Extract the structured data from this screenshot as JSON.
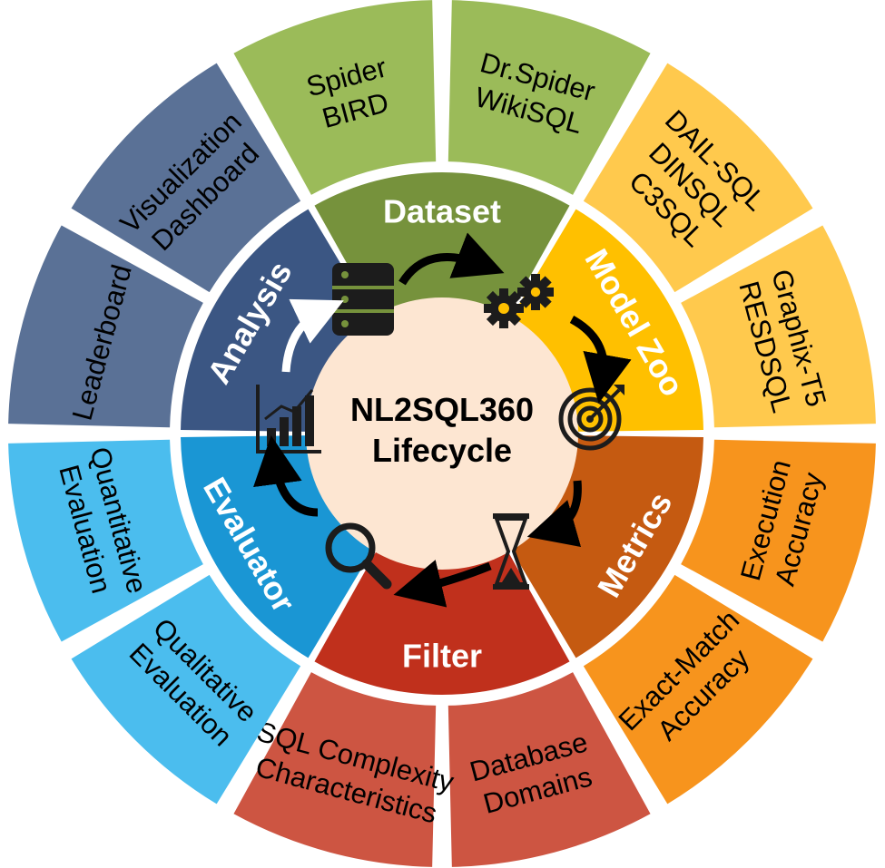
{
  "center": {
    "line1": "NL2SQL360",
    "line2": "Lifecycle"
  },
  "stages": {
    "dataset": {
      "label": "Dataset",
      "color": "#76923c",
      "icon": "database-icon"
    },
    "model_zoo": {
      "label": "Model Zoo",
      "color": "#ffc000",
      "icon": "gears-icon"
    },
    "metrics": {
      "label": "Metrics",
      "color": "#c55a11",
      "icon": "target-icon"
    },
    "filter": {
      "label": "Filter",
      "color": "#c0301c",
      "icon": "hourglass-icon"
    },
    "evaluator": {
      "label": "Evaluator",
      "color": "#1a96d4",
      "icon": "magnifier-icon"
    },
    "analysis": {
      "label": "Analysis",
      "color": "#3b5683",
      "icon": "bar-chart-icon"
    }
  },
  "outer": {
    "dataset": [
      {
        "lines": [
          "Spider",
          "BIRD"
        ]
      },
      {
        "lines": [
          "Dr.Spider",
          "WikiSQL"
        ]
      }
    ],
    "model_zoo": [
      {
        "lines": [
          "DAIL-SQL",
          "DINSQL",
          "C3SQL"
        ]
      },
      {
        "lines": [
          "Graphix-T5",
          "RESDSQL"
        ]
      }
    ],
    "metrics": [
      {
        "lines": [
          "Execution",
          "Accuracy"
        ]
      },
      {
        "lines": [
          "Exact-Match",
          "Accuracy"
        ]
      }
    ],
    "filter": [
      {
        "lines": [
          "Database",
          "Domains"
        ]
      },
      {
        "lines": [
          "SQL Complexity",
          "Characteristics"
        ]
      }
    ],
    "evaluator": [
      {
        "lines": [
          "Qualitative",
          "Evaluation"
        ]
      },
      {
        "lines": [
          "Quantitative",
          "Evaluation"
        ]
      }
    ],
    "analysis": [
      {
        "lines": [
          "Leaderboard"
        ]
      },
      {
        "lines": [
          "Visualization",
          "Dashboard"
        ]
      }
    ]
  },
  "outer_colors": {
    "dataset": "#9bbb59",
    "model_zoo": "#ffc94d",
    "metrics": "#f7941d",
    "filter": "#cd5542",
    "evaluator": "#4bbdee",
    "analysis": "#5a7196"
  }
}
